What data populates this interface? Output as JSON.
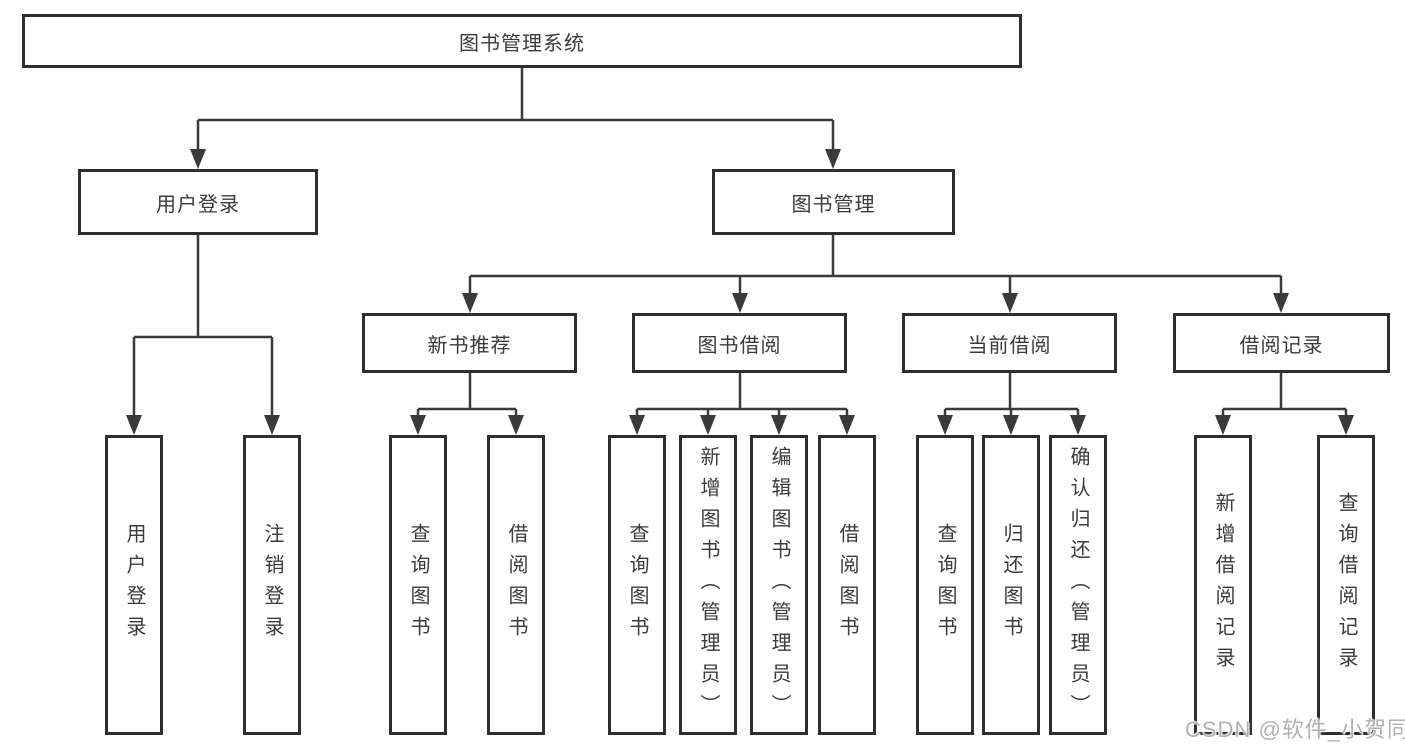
{
  "colors": {
    "line": "#3a3a3a",
    "border": "#2e2e2e",
    "text": "#3b3b3b",
    "background": "#ffffff",
    "watermark_color": "#b2b2b2"
  },
  "diagram": {
    "root": {
      "label": "图书管理系统"
    },
    "level2": [
      {
        "label": "用户登录"
      },
      {
        "label": "图书管理"
      }
    ],
    "level3": [
      {
        "label": "新书推荐"
      },
      {
        "label": "图书借阅"
      },
      {
        "label": "当前借阅"
      },
      {
        "label": "借阅记录"
      }
    ],
    "leaves": {
      "user_login_group": [
        {
          "label": "用户登录"
        },
        {
          "label": "注销登录"
        }
      ],
      "new_book_group": [
        {
          "label": "查询图书"
        },
        {
          "label": "借阅图书"
        }
      ],
      "book_borrow_group": [
        {
          "label": "查询图书"
        },
        {
          "label": "新增图书（管理员）"
        },
        {
          "label": "编辑图书（管理员）"
        },
        {
          "label": "借阅图书"
        }
      ],
      "current_borrow_group": [
        {
          "label": "查询图书"
        },
        {
          "label": "归还图书"
        },
        {
          "label": "确认归还（管理员）"
        }
      ],
      "borrow_record_group": [
        {
          "label": "新增借阅记录"
        },
        {
          "label": "查询借阅记录"
        }
      ]
    }
  },
  "watermark": {
    "text": "CSDN @软件_小贺同学"
  }
}
